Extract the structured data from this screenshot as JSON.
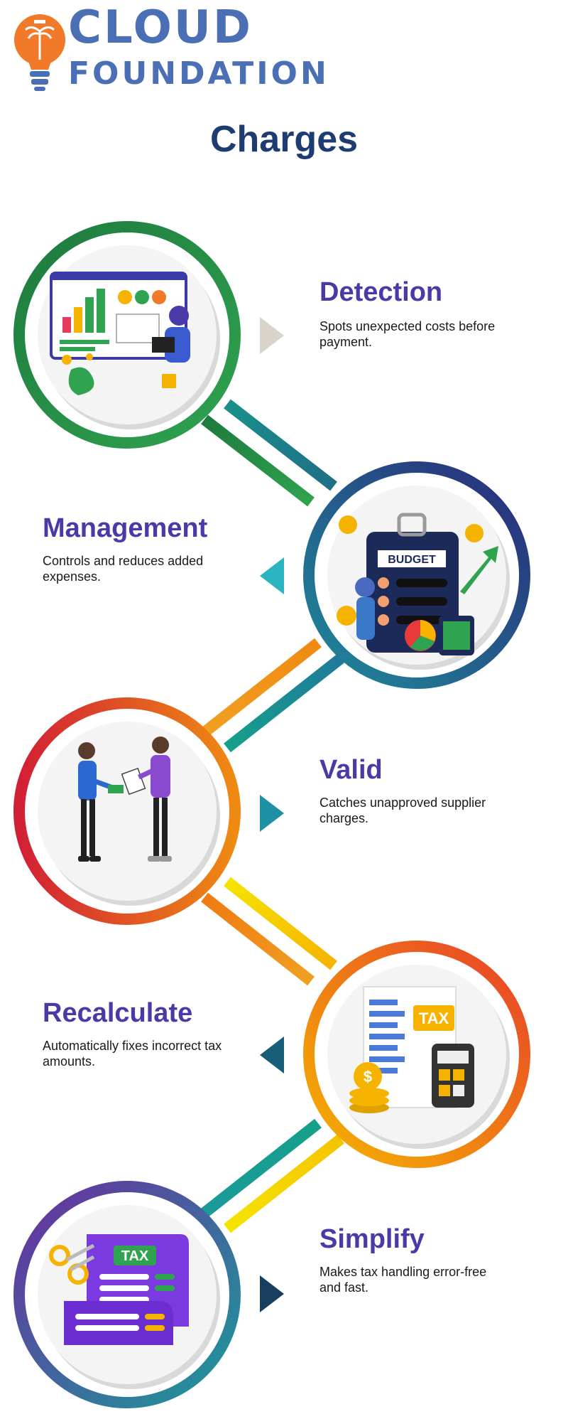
{
  "brand": {
    "line1": "CLOUD",
    "line2": "FOUNDATION",
    "colors": {
      "text": "#4a6fb5",
      "bulb": "#f07a2a",
      "base": "#4a6fb5"
    }
  },
  "page_title": "Charges",
  "steps": [
    {
      "title": "Detection",
      "description": "Spots unexpected costs before payment.",
      "illustration": "analytics-dashboard-icon",
      "ring_colors": [
        "#1e7a3e",
        "#2fa34f"
      ],
      "arrow_color": "#d8d4cb"
    },
    {
      "title": "Management",
      "description": "Controls and reduces added expenses.",
      "illustration": "budget-clipboard-icon",
      "ring_colors": [
        "#1e8a9a",
        "#2a2a7a"
      ],
      "arrow_color": "#2ab4c2"
    },
    {
      "title": "Valid",
      "description": "Catches unapproved supplier charges.",
      "illustration": "handshake-icon",
      "ring_colors": [
        "#d11f35",
        "#ef8a12"
      ],
      "arrow_color": "#1f8fa6"
    },
    {
      "title": "Recalculate",
      "description": "Automatically fixes incorrect tax amounts.",
      "illustration": "tax-calculator-icon",
      "ring_colors": [
        "#f5b300",
        "#e8402a"
      ],
      "arrow_color": "#175f78"
    },
    {
      "title": "Simplify",
      "description": "Makes tax handling error-free and fast.",
      "illustration": "tax-receipt-icon",
      "ring_colors": [
        "#6a2ea0",
        "#1b9a9a"
      ],
      "arrow_color": "#163f5e"
    }
  ]
}
